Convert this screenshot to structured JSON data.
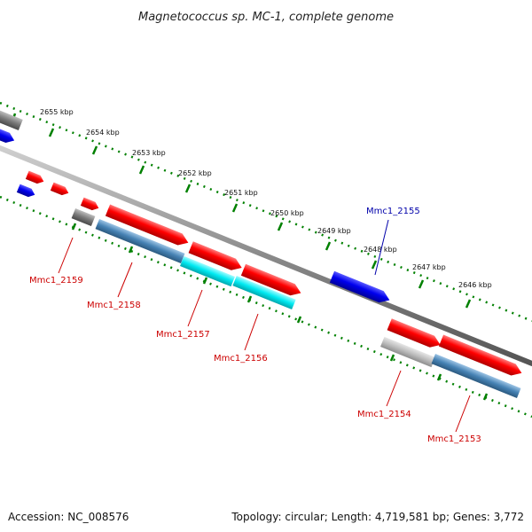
{
  "title": "Magnetococcus sp. MC-1, complete genome",
  "footer": {
    "accession": "Accession: NC_008576",
    "topology": "Topology: circular; Length: 4,719,581 bp; Genes: 3,772"
  },
  "scale_labels": [
    "2655 kbp",
    "2654 kbp",
    "2653 kbp",
    "2652 kbp",
    "2651 kbp",
    "2650 kbp",
    "2649 kbp",
    "2648 kbp",
    "2647 kbp",
    "2646 kbp"
  ],
  "genes": [
    {
      "id": "Mmc1_2159",
      "label": "Mmc1_2159",
      "color": "#cc0000"
    },
    {
      "id": "Mmc1_2158",
      "label": "Mmc1_2158",
      "color": "#cc0000"
    },
    {
      "id": "Mmc1_2157",
      "label": "Mmc1_2157",
      "color": "#cc0000"
    },
    {
      "id": "Mmc1_2156",
      "label": "Mmc1_2156",
      "color": "#cc0000"
    },
    {
      "id": "Mmc1_2155",
      "label": "Mmc1_2155",
      "color": "#0000aa"
    },
    {
      "id": "Mmc1_2154",
      "label": "Mmc1_2154",
      "color": "#cc0000"
    },
    {
      "id": "Mmc1_2153",
      "label": "Mmc1_2153",
      "color": "#cc0000"
    }
  ],
  "colors": {
    "forward_cds": "#ff0000",
    "reverse_cds": "#0000ee",
    "rna_grey": "#808080",
    "cyan_feature": "#00e5ee",
    "steelblue_feature": "#4682b4",
    "backbone": "#888888",
    "tick_green": "#008000"
  }
}
